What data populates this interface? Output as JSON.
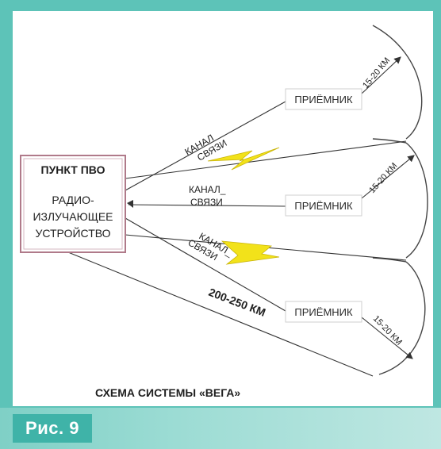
{
  "station": {
    "title": "ПУНКТ ПВО",
    "lines": [
      "РАДИО-",
      "ИЗЛУЧАЮЩЕЕ",
      "УСТРОЙСТВО"
    ]
  },
  "receivers": [
    {
      "label": "ПРИЁМНИК",
      "range": "15-20 КМ"
    },
    {
      "label": "ПРИЁМНИК",
      "range": "15-20 КМ"
    },
    {
      "label": "ПРИЁМНИК",
      "range": "15-20 КМ"
    }
  ],
  "channels": [
    {
      "line1": "КАНАЛ",
      "line2": "СВЯЗИ"
    },
    {
      "line1": "КАНАЛ_",
      "line2": "СВЯЗИ"
    },
    {
      "line1": "КАНАЛ_",
      "line2": "СВЯЗИ"
    }
  ],
  "distance_label": "200-250 КМ",
  "caption": "СХЕМА СИСТЕМЫ «ВЕГА»",
  "figure_label": "Рис. 9",
  "colors": {
    "frame": "#5dc3b8",
    "box_border": "#b07a8a",
    "bolt": "#f2e21a",
    "line": "#333333"
  }
}
